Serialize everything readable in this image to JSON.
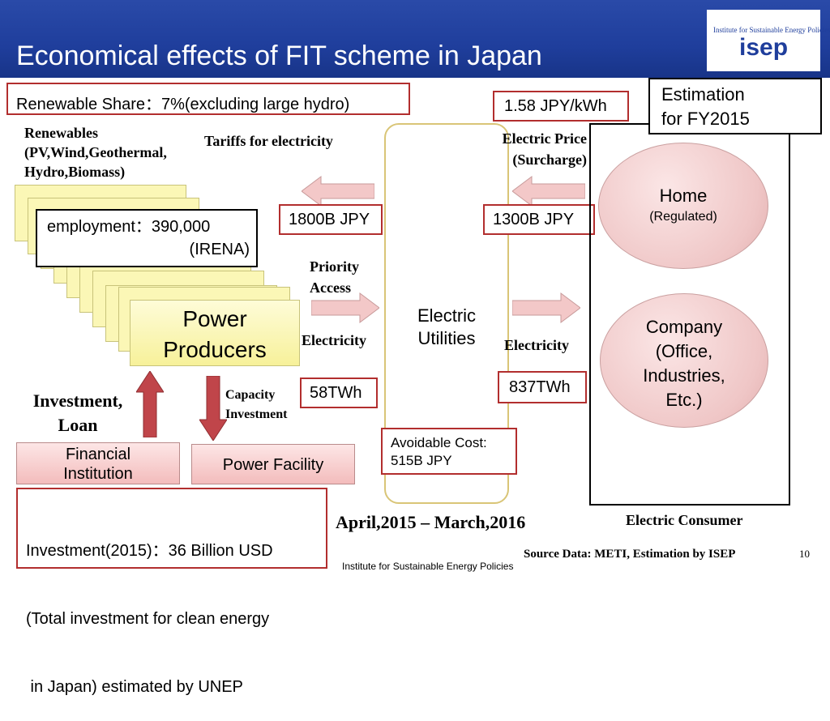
{
  "header": {
    "title": "Economical effects of FIT scheme in Japan"
  },
  "logo": {
    "small_text": "Institute for Sustainable Energy Policies",
    "name": "isep"
  },
  "renewable_share": "Renewable Share：7%(excluding large hydro)",
  "renewables_label": [
    "Renewables",
    "(PV,Wind,Geothermal,",
    "Hydro,Biomass)"
  ],
  "employment": [
    "employment：390,000",
    "(IRENA)"
  ],
  "power_producers": [
    "Power",
    "Producers"
  ],
  "tariffs_label": "Tariffs for electricity",
  "tariff_amount": "1800B JPY",
  "priority_access": [
    "Priority",
    "Access"
  ],
  "electricity_left": "Electricity",
  "twh_supplied": "58TWh",
  "utility_label": [
    "Electric",
    "Utilities"
  ],
  "avoidable_cost": [
    "Avoidable Cost:",
    "515B JPY"
  ],
  "surcharge_rate": "1.58 JPY/kWh",
  "electric_price": [
    "Electric Price",
    "(Surcharge)"
  ],
  "surcharge_amount": "1300B JPY",
  "electricity_right": "Electricity",
  "twh_consumed": "837TWh",
  "estimation": [
    "Estimation",
    "for FY2015"
  ],
  "home": [
    "Home",
    "(Regulated)"
  ],
  "company": [
    "Company",
    "(Office,",
    "Industries,",
    "Etc.)"
  ],
  "consumer_label": "Electric Consumer",
  "investment_loan": [
    "Investment,",
    "Loan"
  ],
  "capacity_investment": [
    "Capacity",
    "Investment"
  ],
  "financial_institution": [
    "Financial",
    "Institution"
  ],
  "power_facility": "Power Facility",
  "investment_note": [
    "Investment(2015)：36 Billion USD",
    "(Total investment for clean energy",
    " in Japan) estimated by UNEP"
  ],
  "period": "April,2015 – March,2016",
  "source": "Source Data: METI, Estimation by ISEP",
  "page_number": "10",
  "footer": "Institute for Sustainable Energy Policies",
  "colors": {
    "header_blue": "#1f3e9c",
    "box_red": "#b22e2e",
    "arrow_pink": "#f3c8c8",
    "arrow_red": "#c0454a"
  }
}
